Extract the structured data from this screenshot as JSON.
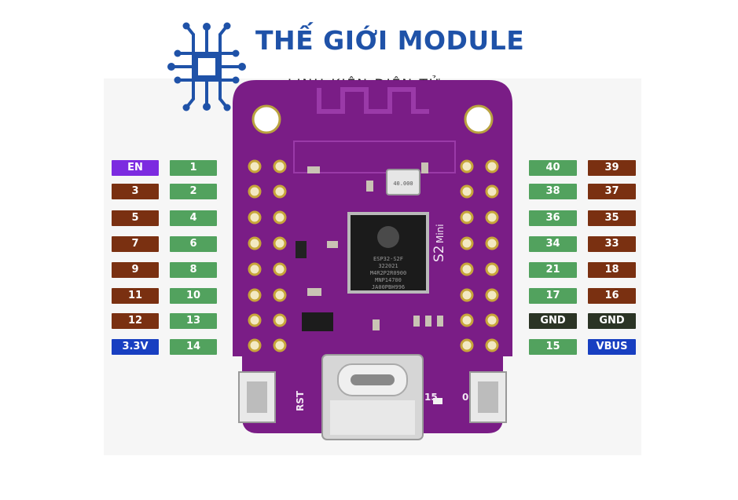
{
  "brand": {
    "title": "THẾ GIỚI MODULE",
    "subtitle": "LINH KIỆN ĐIỆN TỬ"
  },
  "left_outer": [
    {
      "label": "EN",
      "color": "purple"
    },
    {
      "label": "3",
      "color": "brown"
    },
    {
      "label": "5",
      "color": "brown"
    },
    {
      "label": "7",
      "color": "brown"
    },
    {
      "label": "9",
      "color": "brown"
    },
    {
      "label": "11",
      "color": "brown"
    },
    {
      "label": "12",
      "color": "brown"
    },
    {
      "label": "3.3V",
      "color": "blue"
    }
  ],
  "left_inner": [
    {
      "label": "1",
      "color": "green"
    },
    {
      "label": "2",
      "color": "green"
    },
    {
      "label": "4",
      "color": "green"
    },
    {
      "label": "6",
      "color": "green"
    },
    {
      "label": "8",
      "color": "green"
    },
    {
      "label": "10",
      "color": "green"
    },
    {
      "label": "13",
      "color": "green"
    },
    {
      "label": "14",
      "color": "green"
    }
  ],
  "right_inner": [
    {
      "label": "40",
      "color": "green"
    },
    {
      "label": "38",
      "color": "green"
    },
    {
      "label": "36",
      "color": "green"
    },
    {
      "label": "34",
      "color": "green"
    },
    {
      "label": "21",
      "color": "green"
    },
    {
      "label": "17",
      "color": "green"
    },
    {
      "label": "GND",
      "color": "dark"
    },
    {
      "label": "15",
      "color": "green"
    }
  ],
  "right_outer": [
    {
      "label": "39",
      "color": "brown"
    },
    {
      "label": "37",
      "color": "brown"
    },
    {
      "label": "35",
      "color": "brown"
    },
    {
      "label": "33",
      "color": "brown"
    },
    {
      "label": "18",
      "color": "brown"
    },
    {
      "label": "16",
      "color": "brown"
    },
    {
      "label": "GND",
      "color": "dark"
    },
    {
      "label": "VBUS",
      "color": "blue"
    }
  ],
  "board": {
    "chip_lines": [
      "ESP32-S2F",
      "322021",
      "M4R2P2R0900",
      "MNP14700",
      "JA00PBH996"
    ],
    "crystal_text": "40.000",
    "model": "S2",
    "model_sub": "Mini",
    "rst_label": "RST",
    "btn_label_left": "15",
    "btn_label_right": "0"
  },
  "colors": {
    "green": "#52a25e",
    "brown": "#7a3011",
    "purple": "#7c2be0",
    "blue": "#183fc1",
    "dark": "#2b3425",
    "pcb": "#7a1d86",
    "brand_blue": "#1f52a8"
  }
}
